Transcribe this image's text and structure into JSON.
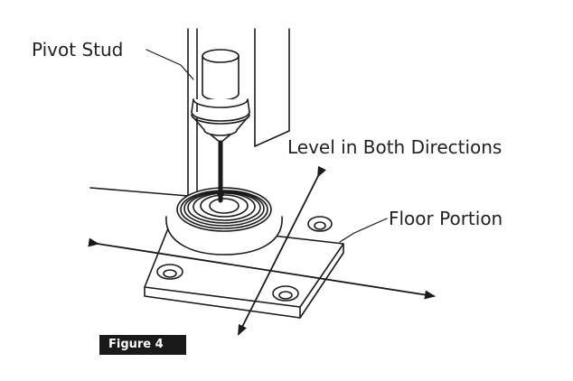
{
  "labels": {
    "pivot_stud": "Pivot Stud",
    "level_directions": "Level in Both Directions",
    "floor_portion": "Floor Portion"
  },
  "figure_caption": "Figure 4",
  "colors": {
    "line": "#1a1a1a",
    "background": "#ffffff",
    "caption_background": "#1a1a1a",
    "caption_text": "#ffffff"
  }
}
